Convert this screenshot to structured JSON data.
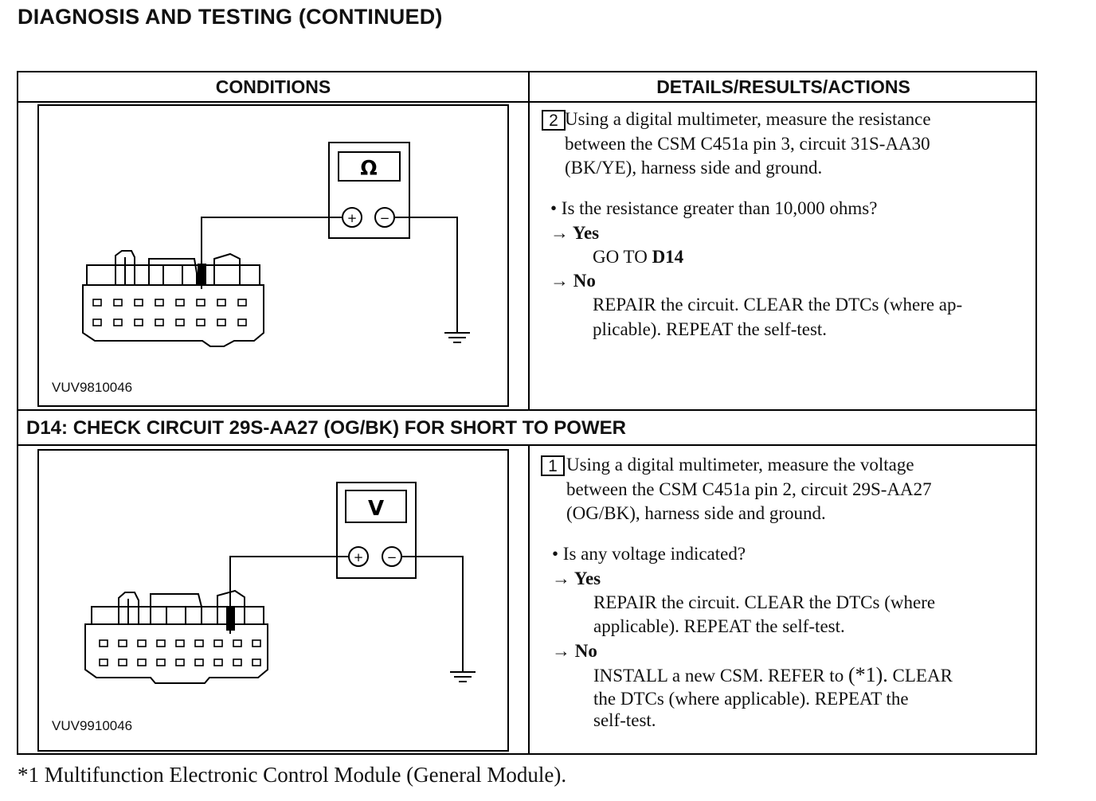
{
  "title": "DIAGNOSIS AND TESTING (CONTINUED)",
  "table": {
    "col_conditions": "CONDITIONS",
    "col_details": "DETAILS/RESULTS/ACTIONS"
  },
  "step2": {
    "number": "2",
    "figure_code": "VUV9810046",
    "meter_symbol": "Ω",
    "plus": "+",
    "minus": "−",
    "line1": "Using a digital multimeter, measure the resistance",
    "line2": "between the CSM C451a pin 3, circuit 31S-AA30",
    "line3": "(BK/YE), harness side and ground.",
    "question": "• Is the resistance greater than 10,000 ohms?",
    "yes_label": "→ Yes",
    "yes_action_prefix": "GO TO ",
    "yes_action_target": "D14",
    "no_label": "→ No",
    "no_action_line1": "REPAIR the circuit. CLEAR the DTCs (where ap-",
    "no_action_line2": "plicable). REPEAT the self-test."
  },
  "d14": {
    "section_title": "D14: CHECK CIRCUIT 29S-AA27 (OG/BK) FOR SHORT TO POWER",
    "number": "1",
    "figure_code": "VUV9910046",
    "meter_symbol": "V",
    "plus": "+",
    "minus": "−",
    "line1": "Using a digital multimeter, measure the voltage",
    "line2": "between the CSM C451a pin 2, circuit 29S-AA27",
    "line3": "(OG/BK), harness side and ground.",
    "question": "• Is any voltage indicated?",
    "yes_label": "→ Yes",
    "yes_action_line1": "REPAIR the circuit. CLEAR the DTCs (where",
    "yes_action_line2": "applicable). REPEAT the self-test.",
    "no_label": "→ No",
    "no_action_line1_a": "INSTALL a new CSM. REFER to ",
    "no_action_line1_ref": "(*1).",
    "no_action_line1_b": " CLEAR",
    "no_action_line2": "the DTCs (where applicable). REPEAT the",
    "no_action_line3": "self-test."
  },
  "footnote": "*1 Multifunction Electronic Control Module  (General Module)."
}
